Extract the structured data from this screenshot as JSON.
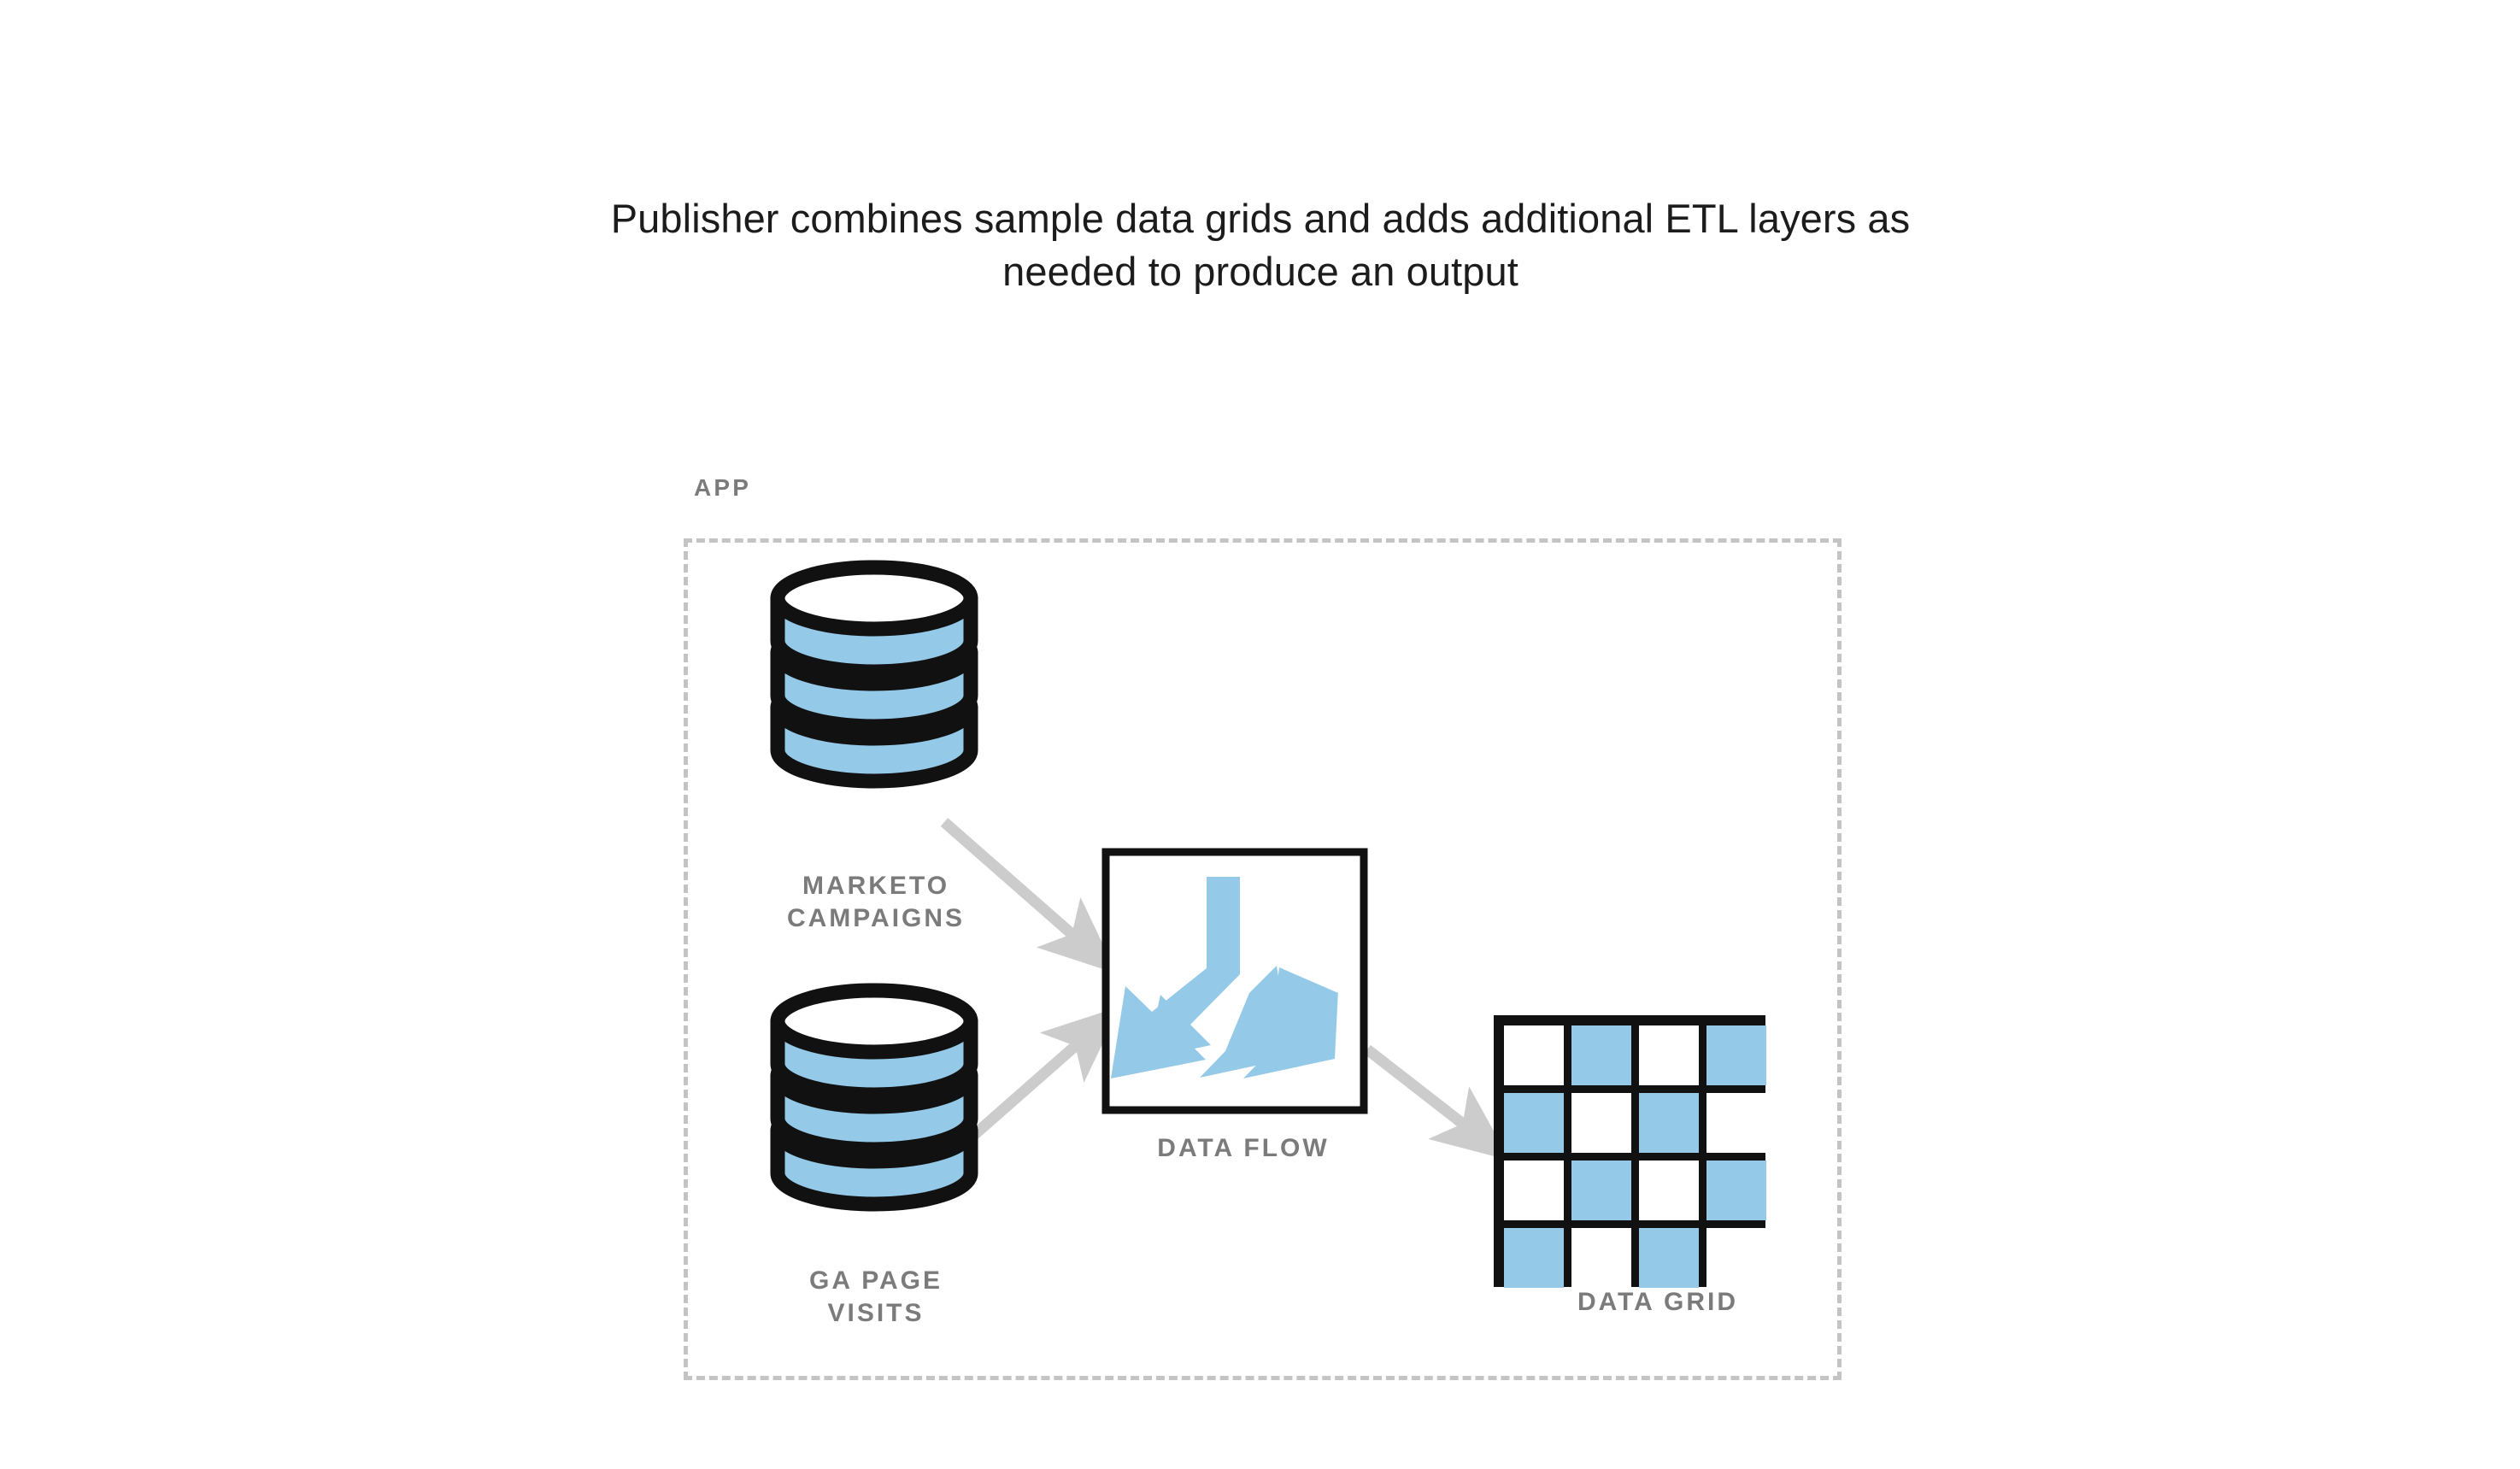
{
  "title": "Publisher combines sample data grids and adds additional ETL layers as\nneeded to produce an output",
  "container": {
    "label": "APP",
    "style": "dashed",
    "border_color": "#c4c4c4"
  },
  "colors": {
    "accent_blue": "#94c9e8",
    "outline_black": "#111111",
    "label_gray": "#7b7b7b",
    "arrow_gray": "#cccccc",
    "dashed_gray": "#c4c4c4",
    "title_color": "#1c1c1c",
    "background": "#ffffff"
  },
  "nodes": [
    {
      "id": "marketo-campaigns",
      "icon": "database-cylinder-icon",
      "label": "MARKETO\nCAMPAIGNS",
      "role": "source"
    },
    {
      "id": "ga-page-visits",
      "icon": "database-cylinder-icon",
      "label": "GA PAGE\nVISITS",
      "role": "source"
    },
    {
      "id": "data-flow",
      "icon": "split-arrow-icon",
      "label": "DATA FLOW",
      "role": "process"
    },
    {
      "id": "data-grid",
      "icon": "checkerboard-grid-icon",
      "label": "DATA GRID",
      "role": "output"
    }
  ],
  "edges": [
    {
      "from": "marketo-campaigns",
      "to": "data-flow",
      "style": "arrow"
    },
    {
      "from": "ga-page-visits",
      "to": "data-flow",
      "style": "arrow"
    },
    {
      "from": "data-flow",
      "to": "data-grid",
      "style": "arrow"
    }
  ],
  "data_grid": {
    "rows": 4,
    "cols": 4,
    "pattern": "checkerboard",
    "cells": [
      [
        0,
        1,
        0,
        1
      ],
      [
        1,
        0,
        1,
        0
      ],
      [
        0,
        1,
        0,
        1
      ],
      [
        1,
        0,
        1,
        0
      ]
    ]
  }
}
